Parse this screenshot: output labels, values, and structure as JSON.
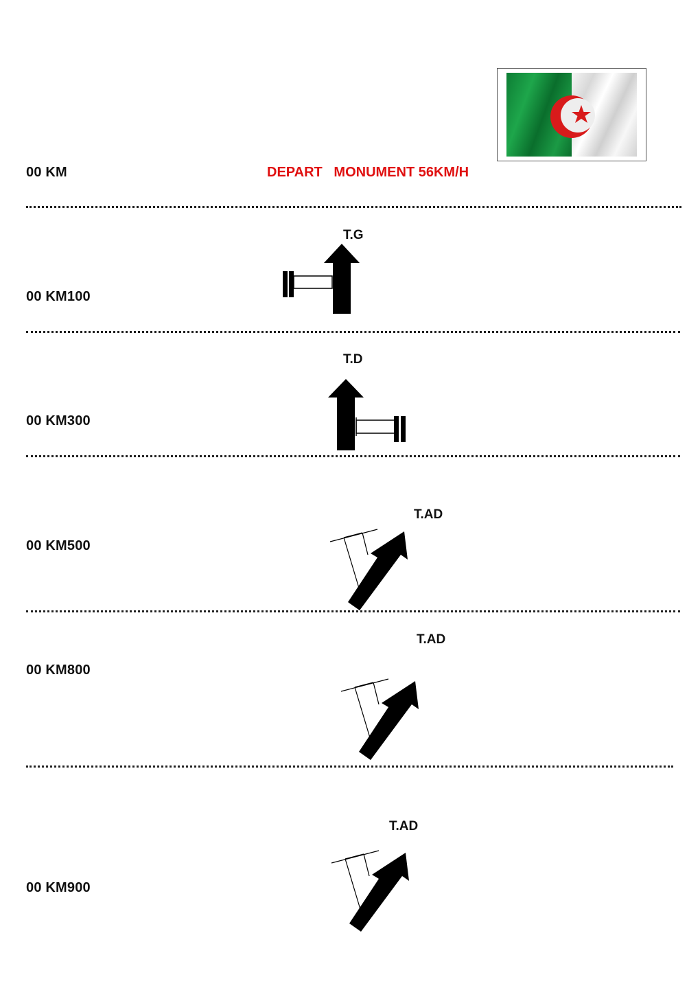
{
  "header": {
    "flag": {
      "icon": "algeria-flag-icon",
      "colors": {
        "green": "#1b9a45",
        "white": "#ffffff",
        "red": "#e01010"
      }
    },
    "title": "DEPART   MONUMENT 56KM/H",
    "title_color": "#e01010"
  },
  "entries": [
    {
      "km": "00 KM"
    },
    {
      "km": "00 KM100",
      "label": "T.G",
      "icon": "turn-left-arrow-icon"
    },
    {
      "km": "00 KM300",
      "label": "T.D",
      "icon": "turn-right-arrow-icon"
    },
    {
      "km": "00 KM500",
      "label": "T.AD",
      "icon": "bear-right-arrow-icon"
    },
    {
      "km": "00 KM800",
      "label": "T.AD",
      "icon": "bear-right-arrow-icon"
    },
    {
      "km": "00 KM900",
      "label": "T.AD",
      "icon": "bear-right-arrow-icon"
    }
  ]
}
